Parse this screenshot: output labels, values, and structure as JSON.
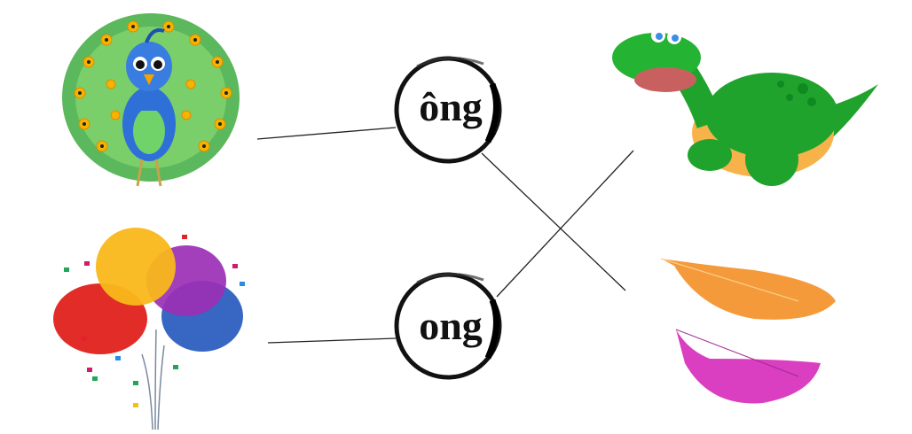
{
  "exercise": {
    "type": "match-words-to-pictures",
    "words": [
      {
        "id": "ong-hat",
        "label": "ông"
      },
      {
        "id": "ong",
        "label": "ong"
      }
    ],
    "pictures_left": [
      {
        "id": "peacock",
        "name": "con công (peacock)"
      },
      {
        "id": "balloons",
        "name": "bóng bay (balloons)"
      }
    ],
    "pictures_right": [
      {
        "id": "dinosaur",
        "name": "khủng long (dinosaur)"
      },
      {
        "id": "feathers",
        "name": "lông vũ (feathers)"
      }
    ],
    "connections": [
      {
        "from": "peacock",
        "to": "ông"
      },
      {
        "from": "balloons",
        "to": "ong"
      },
      {
        "from": "ông",
        "to": "feathers"
      },
      {
        "from": "ong",
        "to": "dinosaur"
      }
    ]
  },
  "colors": {
    "line": "#222222",
    "circle": "#111111",
    "peacock_body": "#2f6fd8",
    "peacock_tail": "#4caf50",
    "dino_green": "#1fa32c",
    "dino_belly": "#f7b24a",
    "feather_orange": "#f59a3a",
    "feather_pink": "#d93fc0"
  }
}
